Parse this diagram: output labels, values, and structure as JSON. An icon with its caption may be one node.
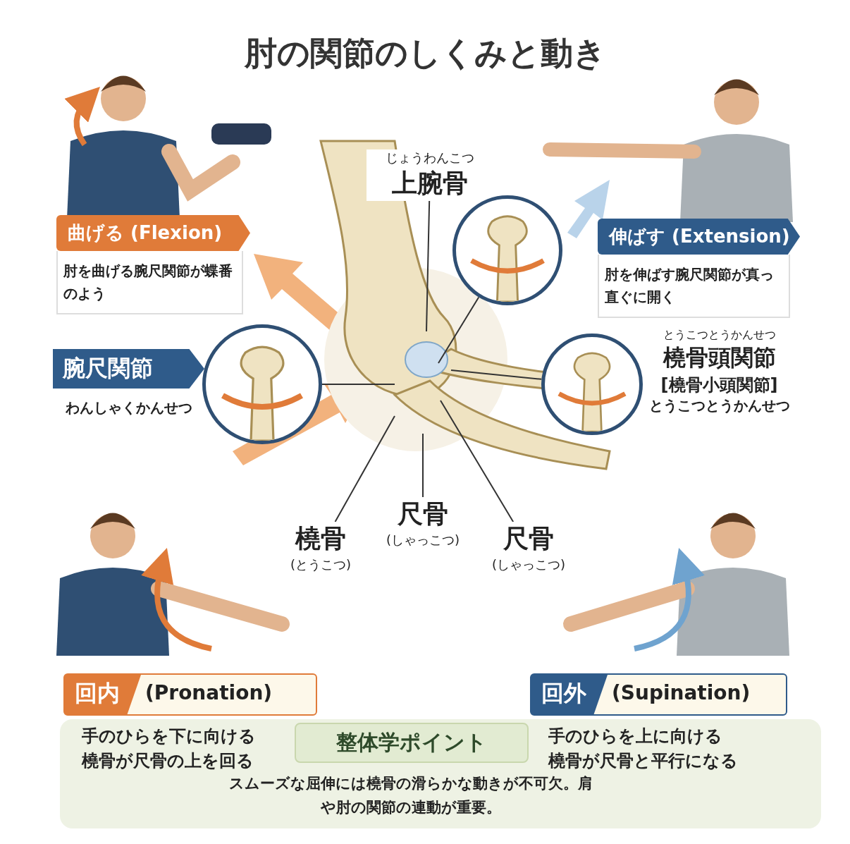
{
  "diagram": {
    "title": "肘の関節のしくみと動き",
    "nodes": [
      {
        "text": [
          "曲げる (Flexion)",
          "肘を曲げる腕尺関節が蝶番のよう"
        ]
      },
      {
        "text": [
          "じょうわんこつ",
          "上腕骨"
        ]
      },
      {
        "text": [],
        "shape": "circle"
      },
      {
        "text": [
          "伸ばす (Extension)",
          "肘を伸ばす腕尺関節が真っ直ぐに開く"
        ]
      },
      {
        "text": [
          "腕尺関節"
        ],
        "beside": [
          "わんしゃくかんせつ"
        ]
      },
      {
        "text": [],
        "shape": "circle"
      },
      {
        "text": [],
        "shape": "circle"
      },
      {
        "text": [
          "とうこつとうかんせつ",
          "橈骨頭関節",
          "[橈骨小頭関節]",
          "とうこつとうかんせつ"
        ]
      },
      {
        "text": [
          "尺骨",
          "(しゃっこつ)"
        ]
      },
      {
        "text": [
          "橈骨",
          "(とうこつ)"
        ]
      },
      {
        "text": [
          "尺骨",
          "(しゃっこつ)"
        ]
      },
      {
        "text": [
          "回内",
          "(Pronation)",
          "手のひらを下に向ける橈骨が尺骨の上を回る"
        ]
      },
      {
        "text": [
          "回外",
          "(Supination)",
          "手のひらを上に向ける橈骨が尺骨と平行になる"
        ]
      },
      {
        "text": [
          "整体学ポイント",
          "スムーズな屈伸には橈骨の滑らかな動きが不可欠。肩や肘の関節の連動が重要。"
        ]
      }
    ],
    "edges": [
      {
        "from": 1,
        "to": null,
        "arrow": "none"
      },
      {
        "from": 2,
        "to": null,
        "arrow": "none"
      },
      {
        "from": 5,
        "to": null,
        "arrow": "none"
      },
      {
        "from": 6,
        "to": null,
        "arrow": "none"
      },
      {
        "from": 9,
        "to": null,
        "arrow": "none"
      },
      {
        "from": 8,
        "to": null,
        "arrow": "none"
      },
      {
        "from": 10,
        "to": null,
        "arrow": "none"
      }
    ]
  }
}
